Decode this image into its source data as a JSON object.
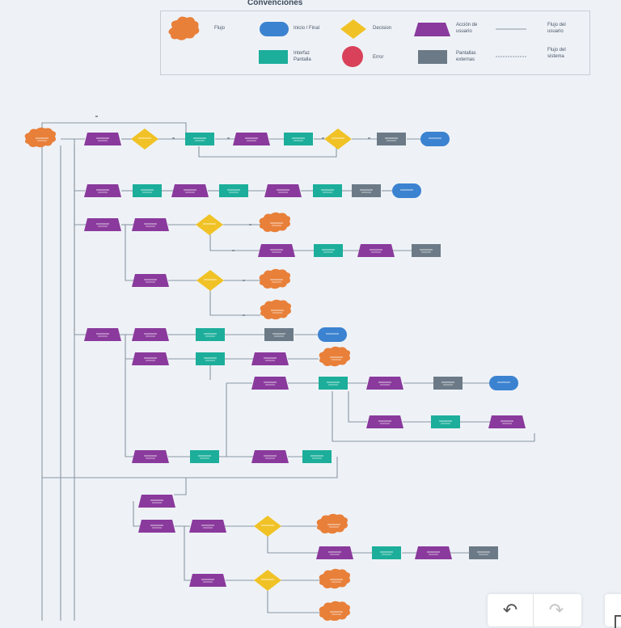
{
  "legend": {
    "title": "Convenciones",
    "items": [
      {
        "key": "flujo",
        "label": "Flujo"
      },
      {
        "key": "inicio",
        "label": "Inicio / Final"
      },
      {
        "key": "decision",
        "label": "Decision"
      },
      {
        "key": "accion",
        "label": "Acción de\nusuario"
      },
      {
        "key": "flujo-usuario",
        "label": "Flujo del\nusuario"
      },
      {
        "key": "interfaz",
        "label": "Interfaz\nPantalla"
      },
      {
        "key": "error",
        "label": "Error"
      },
      {
        "key": "externa",
        "label": "Pantallas\nexternas"
      },
      {
        "key": "flujo-sistema",
        "label": "Flujo del\nsistema"
      }
    ]
  },
  "colors": {
    "cloud": "#e8803a",
    "start": "#3b82d0",
    "decision": "#f0c226",
    "action": "#8a3a9c",
    "screen": "#1cae9a",
    "error": "#d9415a",
    "external": "#6b7a86",
    "line": "#8a96a3",
    "background": "#eef2f7"
  },
  "toolbar": {
    "undo": "↶",
    "redo": "↷"
  }
}
